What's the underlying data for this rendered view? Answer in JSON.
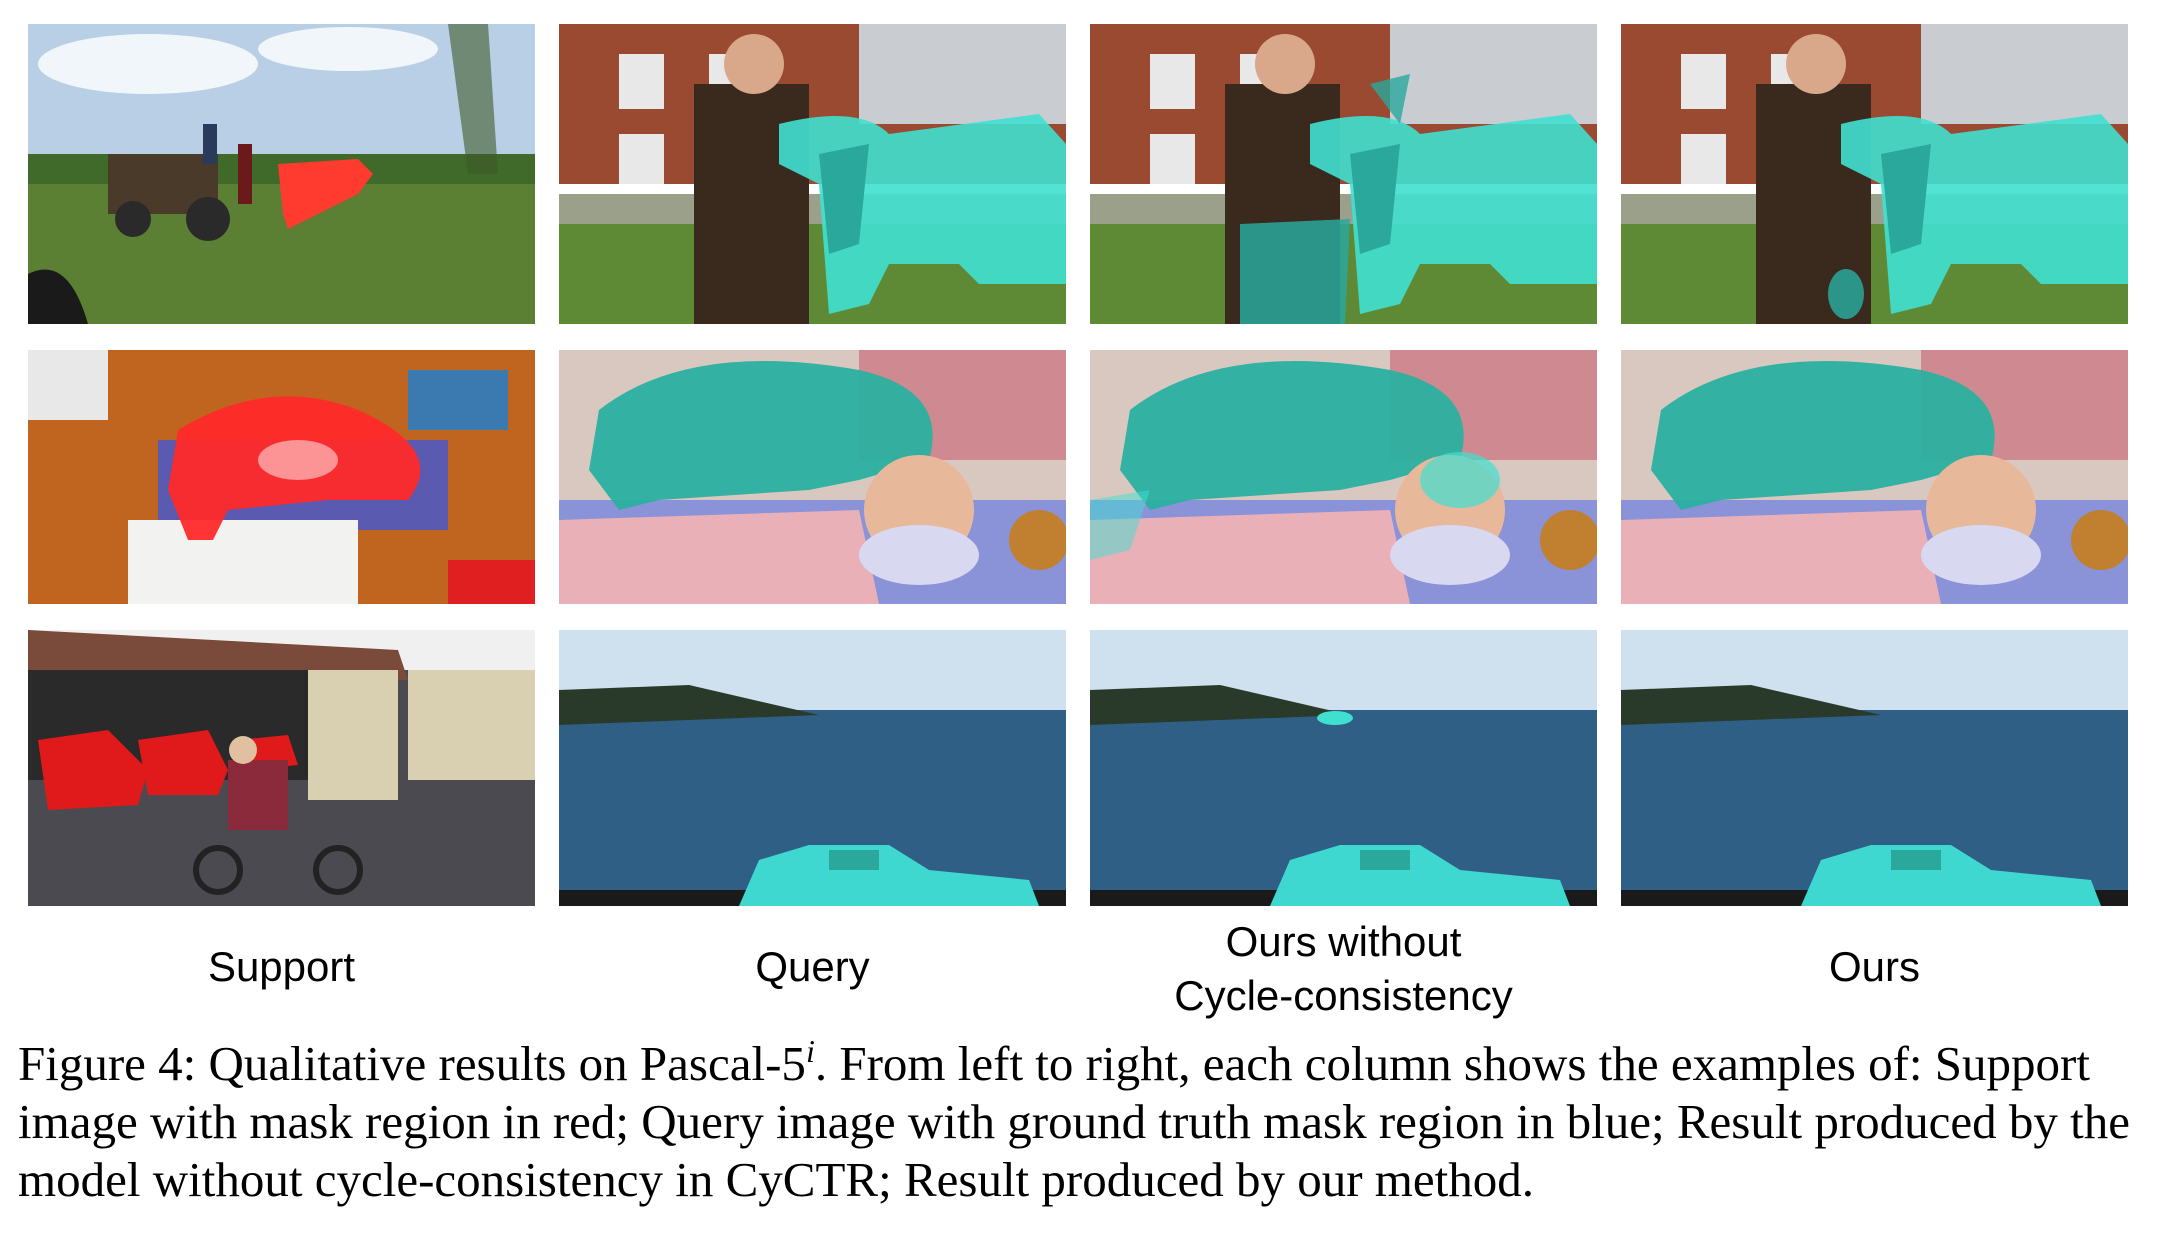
{
  "columns": [
    {
      "label_line1": "Support",
      "label_line2": ""
    },
    {
      "label_line1": "Query",
      "label_line2": ""
    },
    {
      "label_line1": "Ours without",
      "label_line2": "Cycle-consistency"
    },
    {
      "label_line1": "Ours",
      "label_line2": ""
    }
  ],
  "colors": {
    "support_mask": "#ff2a2a",
    "query_mask": "#3fd8d0",
    "sky": "#cfe0ee",
    "brick": "#9a4a30",
    "grass": "#5f8a35",
    "sea": "#2f5f85"
  },
  "rows": [
    {
      "support": "cow-field-support-image",
      "query": "man-and-cow-query-image"
    },
    {
      "support": "cat-on-desk-support-image",
      "query": "cat-and-baby-query-image"
    },
    {
      "support": "cars-in-carport-support-image",
      "query": "car-by-sea-query-image"
    }
  ],
  "caption": {
    "prefix": "Figure 4: Qualitative results on Pascal-5",
    "superscript": "i",
    "text": ". From left to right, each column shows the examples of: Support image with mask region in red; Query image with ground truth mask region in blue; Result produced by the model without cycle-consistency in CyCTR; Result produced by our method."
  }
}
